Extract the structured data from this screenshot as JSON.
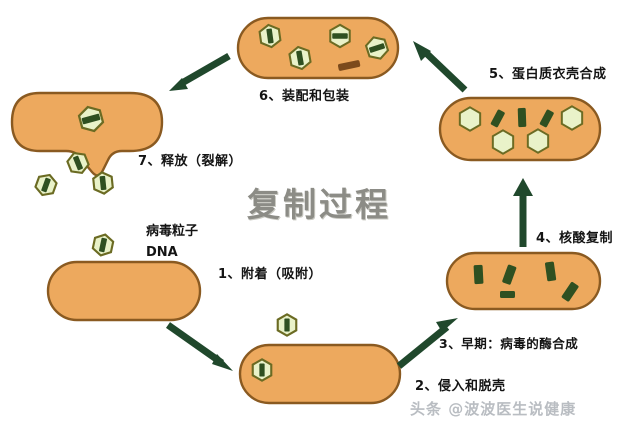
{
  "diagram": {
    "title": "复制过程",
    "watermark": "头条 @波波医生说健康",
    "annotations": {
      "virus_particle": "病毒粒子",
      "dna": "DNA"
    },
    "steps": [
      {
        "id": 1,
        "label": "1、附着（吸附）"
      },
      {
        "id": 2,
        "label": "2、侵入和脱壳"
      },
      {
        "id": 3,
        "label": "3、早期：病毒的酶合成"
      },
      {
        "id": 4,
        "label": "4、核酸复制"
      },
      {
        "id": 5,
        "label": "5、蛋白质衣壳合成"
      },
      {
        "id": 6,
        "label": "6、装配和包装"
      },
      {
        "id": 7,
        "label": "7、释放（裂解）"
      }
    ],
    "colors": {
      "cell_fill": "#eda95e",
      "cell_stroke": "#8a5a21",
      "capsid_fill": "#e9f2c9",
      "capsid_stroke": "#6b6b23",
      "dna_fill": "#2f5021",
      "arrow": "#20482c",
      "label_text": "#141414",
      "title_text": "#8c8c86",
      "watermark_text": "#b9bdc2",
      "background": "#ffffff"
    },
    "cells": [
      {
        "name": "host-cell-step1",
        "capsids": 0,
        "free_dna": 0,
        "viruses_outside": 1
      },
      {
        "name": "host-cell-step2",
        "capsids": 2,
        "free_dna": 0,
        "viruses_outside": 0
      },
      {
        "name": "host-cell-step3-4",
        "capsids": 0,
        "free_dna": 5,
        "viruses_outside": 0
      },
      {
        "name": "host-cell-step5",
        "capsids": 4,
        "free_dna": 3,
        "viruses_outside": 0
      },
      {
        "name": "host-cell-step6",
        "capsids": 4,
        "free_dna": 1,
        "viruses_outside": 0
      },
      {
        "name": "host-cell-step7-lysis",
        "capsids": 1,
        "free_dna": 0,
        "viruses_outside": 3
      }
    ],
    "arrows": [
      {
        "name": "arrow-step1-to-step2",
        "from": "host-cell-step1",
        "to": "host-cell-step2"
      },
      {
        "name": "arrow-step2-to-step3",
        "from": "host-cell-step2",
        "to": "host-cell-step3-4"
      },
      {
        "name": "arrow-step4-to-step5",
        "from": "host-cell-step3-4",
        "to": "host-cell-step5"
      },
      {
        "name": "arrow-step5-to-step6",
        "from": "host-cell-step5",
        "to": "host-cell-step6"
      },
      {
        "name": "arrow-step6-to-step7",
        "from": "host-cell-step6",
        "to": "host-cell-step7-lysis"
      }
    ]
  }
}
